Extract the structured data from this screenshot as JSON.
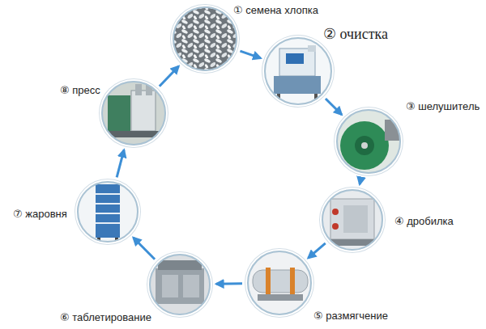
{
  "diagram": {
    "nodes": [
      {
        "text": [
          "① семена хлопка"
        ]
      },
      {
        "text": [
          "② очистка"
        ]
      },
      {
        "text": [
          "③ шелушитель"
        ]
      },
      {
        "text": [
          "④ дробилка"
        ]
      },
      {
        "text": [
          "⑤ размягчение"
        ]
      },
      {
        "text": [
          "⑥ таблетирование"
        ]
      },
      {
        "text": [
          "⑦ жаровня"
        ]
      },
      {
        "text": [
          "⑧ пресс"
        ]
      }
    ],
    "edges": [
      {
        "from": 0,
        "to": 1,
        "arrow": "to"
      },
      {
        "from": 1,
        "to": 2,
        "arrow": "to"
      },
      {
        "from": 2,
        "to": 3,
        "arrow": "to"
      },
      {
        "from": 3,
        "to": 4,
        "arrow": "to"
      },
      {
        "from": 4,
        "to": 5,
        "arrow": "to"
      },
      {
        "from": 5,
        "to": 6,
        "arrow": "to"
      },
      {
        "from": 6,
        "to": 7,
        "arrow": "to"
      },
      {
        "from": 7,
        "to": 0,
        "arrow": "to"
      }
    ]
  }
}
